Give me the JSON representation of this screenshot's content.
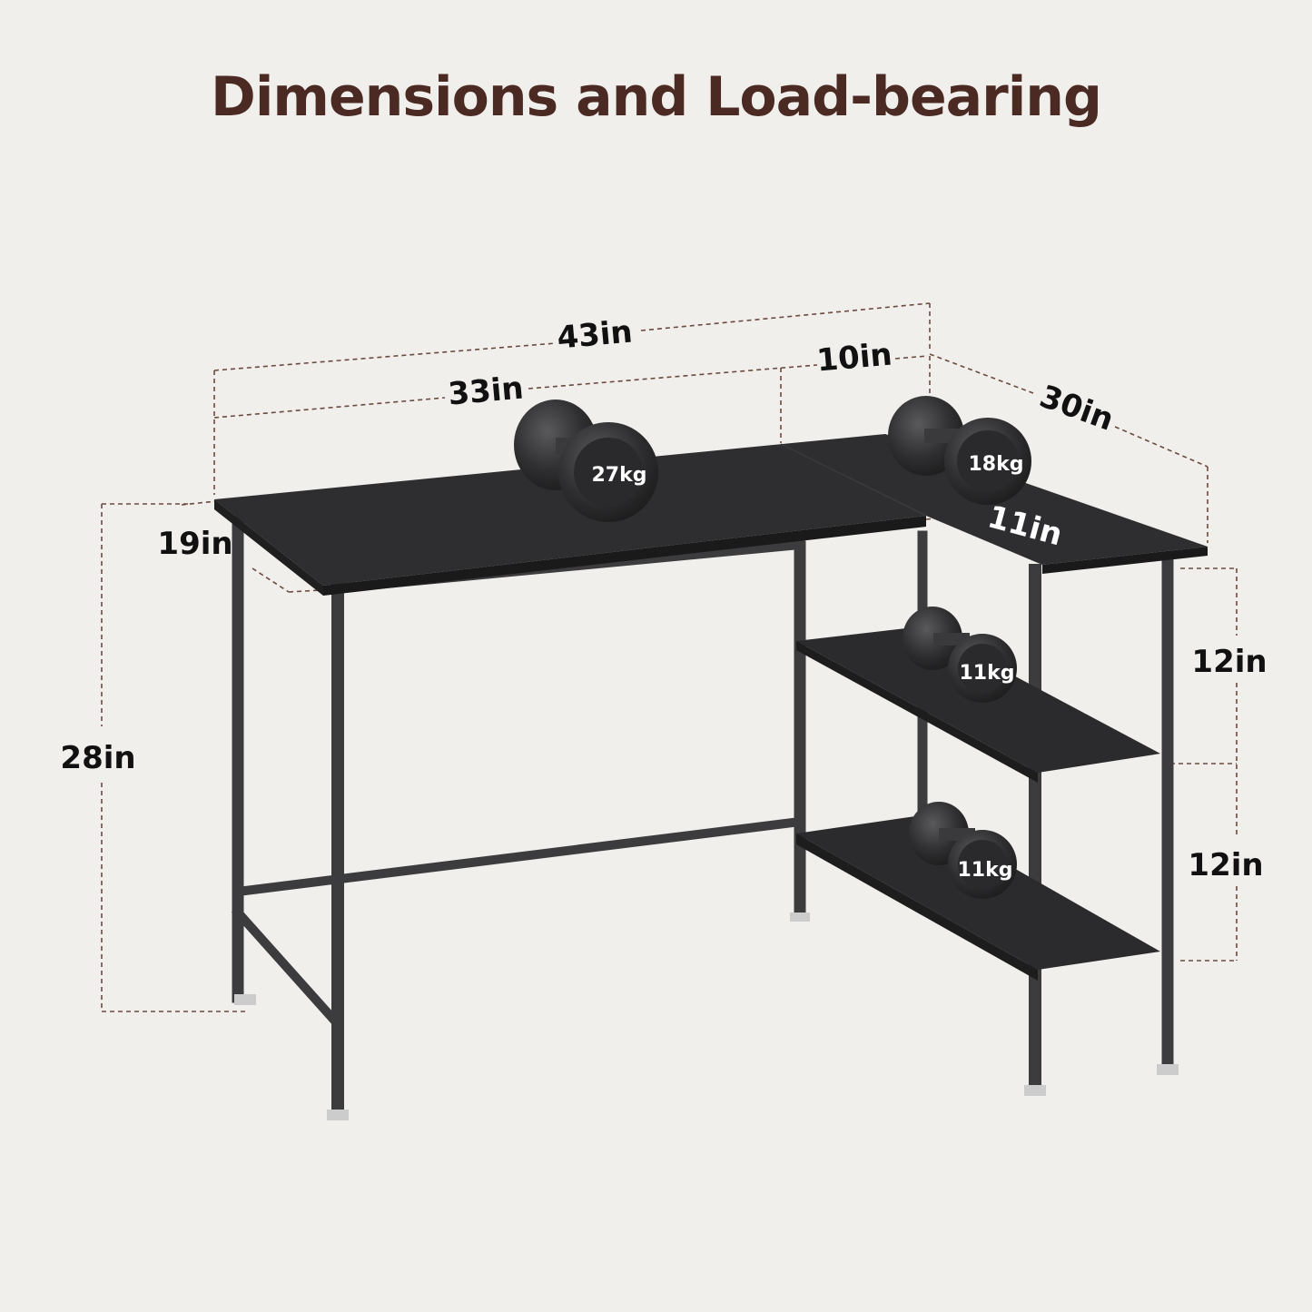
{
  "title": "Dimensions and Load-bearing",
  "dimensions": {
    "total_width": "43in",
    "main_width": "33in",
    "shelf_width": "10in",
    "side_length": "30in",
    "main_depth": "19in",
    "side_depth": "11in",
    "height": "28in",
    "shelf_gap_upper": "12in",
    "shelf_gap_lower": "12in"
  },
  "loads": {
    "desktop_main": "27kg",
    "desktop_side": "18kg",
    "shelf_upper": "11kg",
    "shelf_lower": "11kg"
  },
  "colors": {
    "title": "#4a2a22",
    "background": "#f1efec",
    "desk": "#2b2b2d",
    "dimension_lines": "#6b4a40"
  }
}
